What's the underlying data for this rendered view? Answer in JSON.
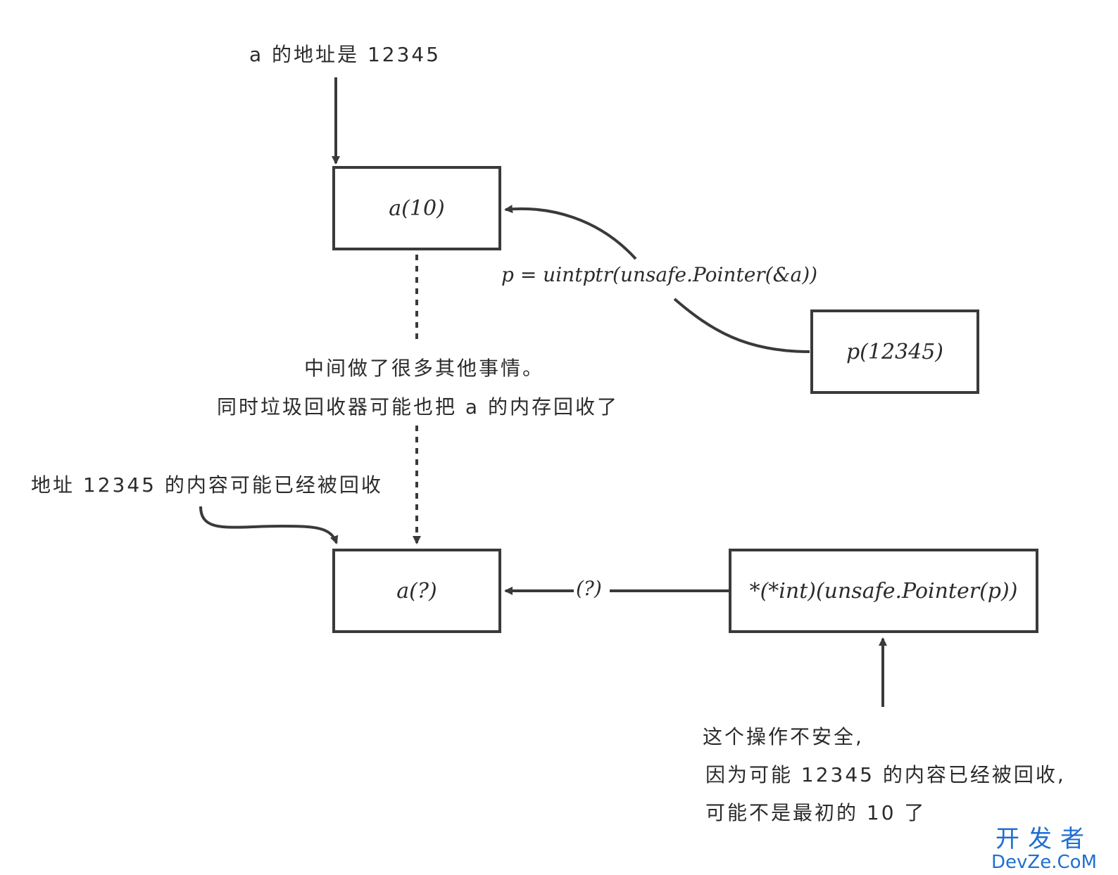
{
  "labels": {
    "addr_a": "a 的地址是 12345",
    "assign_p": "p = uintptr(unsafe.Pointer(&a))",
    "middle_1": "中间做了很多其他事情。",
    "middle_2": "同时垃圾回收器可能也把 a 的内存回收了",
    "addr_recycled": "地址 12345 的内容可能已经被回收",
    "unknown": "(?)",
    "unsafe_1": "这个操作不安全,",
    "unsafe_2": "因为可能 12345 的内容已经被回收,",
    "unsafe_3": "可能不是最初的 10 了"
  },
  "boxes": {
    "a10": "a(10)",
    "p12345": "p(12345)",
    "a_unknown": "a(?)",
    "deref": "*(*int)(unsafe.Pointer(p))"
  },
  "watermark": {
    "cn": "开发者",
    "en": "DevZe.CoM"
  },
  "colors": {
    "stroke": "#3a3a3a",
    "watermark": "#1f6fd1"
  }
}
